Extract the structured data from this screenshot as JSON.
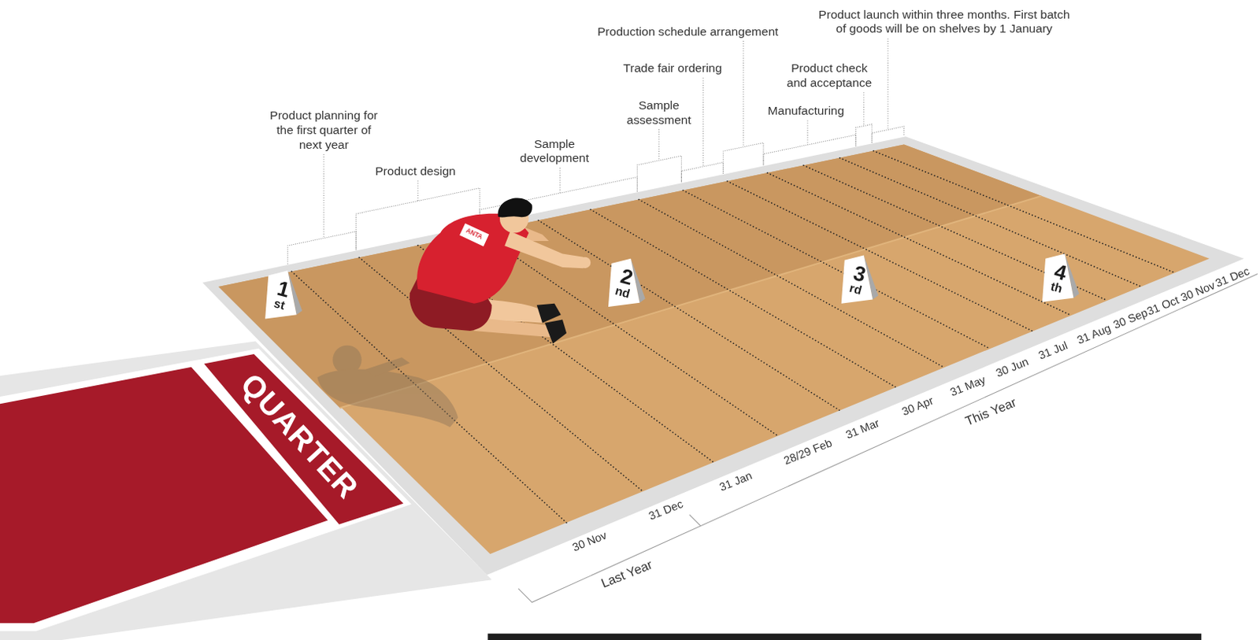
{
  "diagram": {
    "nodes": [
      {
        "text": [
          "QUARTER"
        ]
      },
      {
        "text": [
          "1",
          "st"
        ]
      },
      {
        "text": [
          "2",
          "nd"
        ]
      },
      {
        "text": [
          "3",
          "rd"
        ]
      },
      {
        "text": [
          "4",
          "th"
        ]
      }
    ],
    "labels": [
      "Product planning for the first quarter of next year",
      "Product design",
      "Sample development",
      "Sample assessment",
      "Trade fair ordering",
      "Production schedule arrangement",
      "Manufacturing",
      "Product check and acceptance",
      "Product launch within three months. First batch of goods will be on shelves by 1 January",
      "ANTA",
      "30 Nov",
      "31 Dec",
      "31 Jan",
      "28/29 Feb",
      "31 Mar",
      "30 Apr",
      "31 May",
      "30 Jun",
      "31 Jul",
      "31 Aug",
      "30 Sep",
      "31 Oct",
      "30 Nov",
      "31 Dec",
      "Last Year",
      "This Year"
    ]
  }
}
